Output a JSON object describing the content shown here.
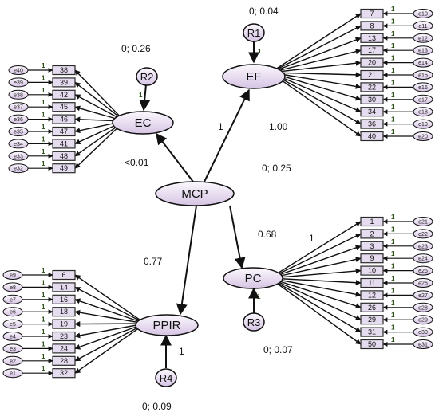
{
  "colors": {
    "line": "#111111",
    "ellipse_fill_light": "#f8f3fb",
    "ellipse_fill_dark": "#d9c8e6",
    "box_fill": "#e6dcef",
    "box_stroke": "#2a2a2a",
    "one_label": "#2a4d14"
  },
  "latents": {
    "mcp": "MCP",
    "ec": "EC",
    "ef": "EF",
    "pc": "PC",
    "ppir": "PPIR"
  },
  "residuals": {
    "r1": "R1",
    "r2": "R2",
    "r3": "R3",
    "r4": "R4"
  },
  "estimates": {
    "mcp_variance": "0; 0.25",
    "ec_residual": "0; 0.26",
    "ef_residual": "0; 0.04",
    "pc_residual": "0; 0.07",
    "ppir_residual": "0; 0.09",
    "path_mcp_ec": "<0.01",
    "path_mcp_ef": "1.00",
    "path_mcp_pc": "0.68",
    "path_mcp_ppir": "0.77",
    "path_ef_label": "1",
    "path_pc_label": "1",
    "r4_label": "1"
  },
  "fixed_one": "1",
  "indicator_groups": {
    "ec": {
      "items": [
        "38",
        "39",
        "42",
        "45",
        "46",
        "47",
        "41",
        "48",
        "49"
      ],
      "errors": [
        "e40",
        "e39",
        "e38",
        "e37",
        "e36",
        "e35",
        "e34",
        "e33",
        "e32"
      ]
    },
    "ef": {
      "items": [
        "7",
        "8",
        "13",
        "17",
        "20",
        "21",
        "22",
        "30",
        "34",
        "36",
        "40"
      ],
      "errors": [
        "e10",
        "e11",
        "e12",
        "e13",
        "e14",
        "e15",
        "e16",
        "e17",
        "e18",
        "e19",
        "e20"
      ]
    },
    "pc": {
      "items": [
        "1",
        "2",
        "3",
        "9",
        "10",
        "11",
        "12",
        "26",
        "29",
        "31",
        "50"
      ],
      "errors": [
        "e21",
        "e22",
        "e23",
        "e24",
        "e25",
        "e26",
        "e27",
        "e28",
        "e29",
        "e30",
        "e31"
      ]
    },
    "ppir": {
      "items": [
        "6",
        "14",
        "16",
        "18",
        "19",
        "23",
        "24",
        "28",
        "32"
      ],
      "errors": [
        "e9",
        "e8",
        "e7",
        "e6",
        "e5",
        "e4",
        "e3",
        "e2",
        "e1"
      ]
    }
  }
}
